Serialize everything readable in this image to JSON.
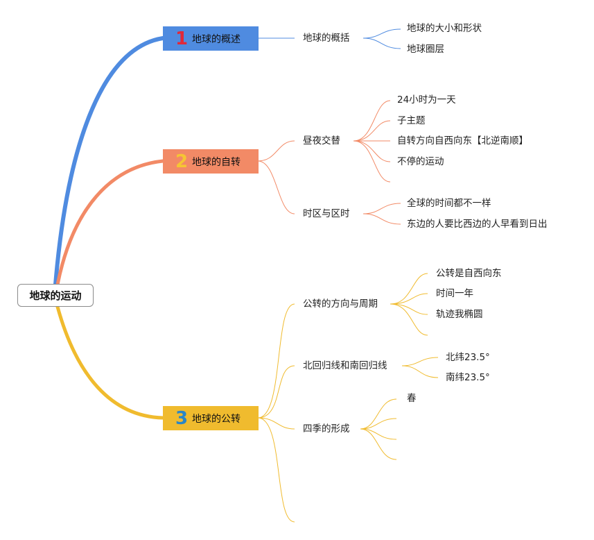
{
  "root": {
    "label": "地球的运动"
  },
  "colors": {
    "branch1": "#4f8be0",
    "branch2": "#f28a66",
    "branch3": "#f0bb2e",
    "root_border": "#8a8a8a"
  },
  "branches": [
    {
      "number": "1",
      "label": "地球的概述",
      "children": [
        {
          "label": "地球的概括",
          "children": [
            "地球的大小和形状",
            "地球圈层"
          ]
        }
      ]
    },
    {
      "number": "2",
      "label": "地球的自转",
      "children": [
        {
          "label": "昼夜交替",
          "children": [
            "24小时为一天",
            "子主题",
            "自转方向自西向东【北逆南顺】",
            "不停的运动",
            ""
          ]
        },
        {
          "label": "时区与区时",
          "children": [
            "全球的时间都不一样",
            "东边的人要比西边的人早看到日出"
          ]
        }
      ]
    },
    {
      "number": "3",
      "label": "地球的公转",
      "children": [
        {
          "label": "公转的方向与周期",
          "children": [
            "公转是自西向东",
            "时间一年",
            "轨迹我椭圆",
            ""
          ]
        },
        {
          "label": "北回归线和南回归线",
          "children": [
            "北纬23.5°",
            "南纬23.5°"
          ]
        },
        {
          "label": "四季的形成",
          "children": [
            "春",
            "",
            "",
            ""
          ]
        },
        {
          "label": "",
          "children": []
        }
      ]
    }
  ]
}
